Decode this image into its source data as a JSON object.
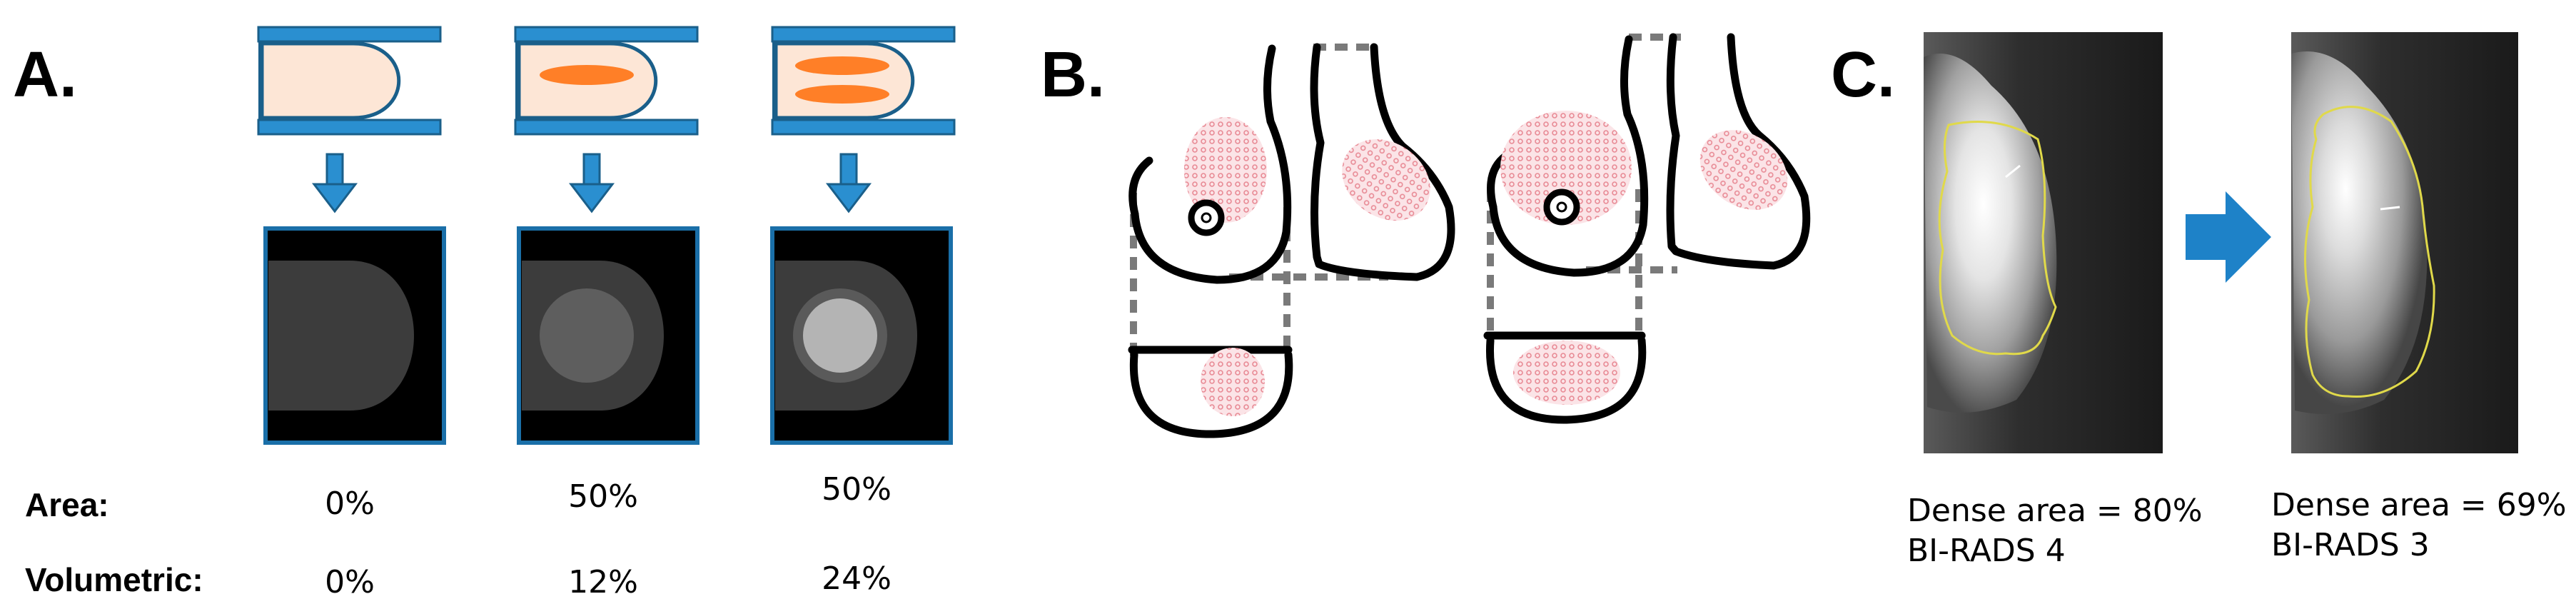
{
  "panels": {
    "a": {
      "label": "A.",
      "row_labels": {
        "area": "Area:",
        "volumetric": "Volumetric:"
      },
      "columns": [
        {
          "area": "0%",
          "volumetric": "0%",
          "dense_layers": 0
        },
        {
          "area": "50%",
          "volumetric": "12%",
          "dense_layers": 1
        },
        {
          "area": "50%",
          "volumetric": "24%",
          "dense_layers": 2
        }
      ]
    },
    "b": {
      "label": "B."
    },
    "c": {
      "label": "C.",
      "mammograms": [
        {
          "dense_area": "Dense area = 80%",
          "birads": "BI-RADS 4"
        },
        {
          "dense_area": "Dense area = 69%",
          "birads": "BI-RADS 3"
        }
      ]
    }
  },
  "colors": {
    "plate_blue": "#2a8fd0",
    "plate_outline": "#1a5f8a",
    "breast_fill": "#fde6d6",
    "dense_orange": "#ff7f27",
    "arrow_blue": "#1e82c8",
    "dense_pink": "#e88a95",
    "contour_yellow": "#e0d94a"
  }
}
